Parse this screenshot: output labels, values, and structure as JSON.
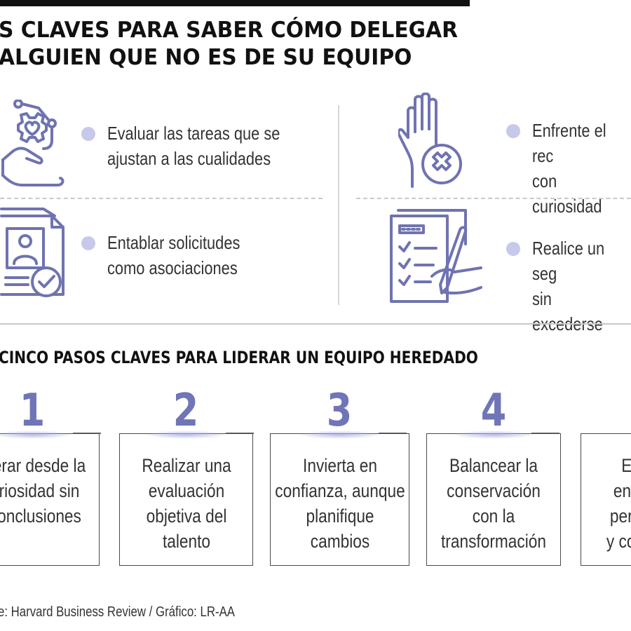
{
  "header": {
    "title_line1": "S CLAVES PARA SABER CÓMO DELEGAR",
    "title_line2": "ALGUIEN QUE NO ES DE SU EQUIPO"
  },
  "keys": [
    {
      "icon": "gear-heart-hand-icon",
      "text": "Evaluar las tareas que se\najustan a las cualidades"
    },
    {
      "icon": "profile-document-check-icon",
      "text": "Entablar solicitudes\ncomo asociaciones"
    },
    {
      "icon": "raised-hand-x-icon",
      "text": "Enfrente el rec\ncon curiosidad"
    },
    {
      "icon": "checklist-pen-hand-icon",
      "text": "Realice un seg\nsin excederse"
    }
  ],
  "steps_section": {
    "title": "CINCO PASOS CLAVES PARA LIDERAR UN EQUIPO HEREDADO",
    "steps": [
      {
        "number": "1",
        "text": "erar desde la\nriosidad sin\nonclusiones"
      },
      {
        "number": "2",
        "text": "Realizar una\nevaluación\nobjetiva del\ntalento"
      },
      {
        "number": "3",
        "text": "Invierta en\nconfianza, aunque\nplanifique\ncambios"
      },
      {
        "number": "4",
        "text": "Balancear la\nconservación\ncon la\ntransformación"
      },
      {
        "number": "",
        "text": "Eq\nentr\npers\ny cor"
      }
    ]
  },
  "footer": {
    "source": "e: Harvard Business Review / Gráfico: LR-AA"
  },
  "colors": {
    "accent": "#6f75b6",
    "icon_stroke": "#6f73b1",
    "dot": "#c6c9ea",
    "text": "#333333"
  }
}
